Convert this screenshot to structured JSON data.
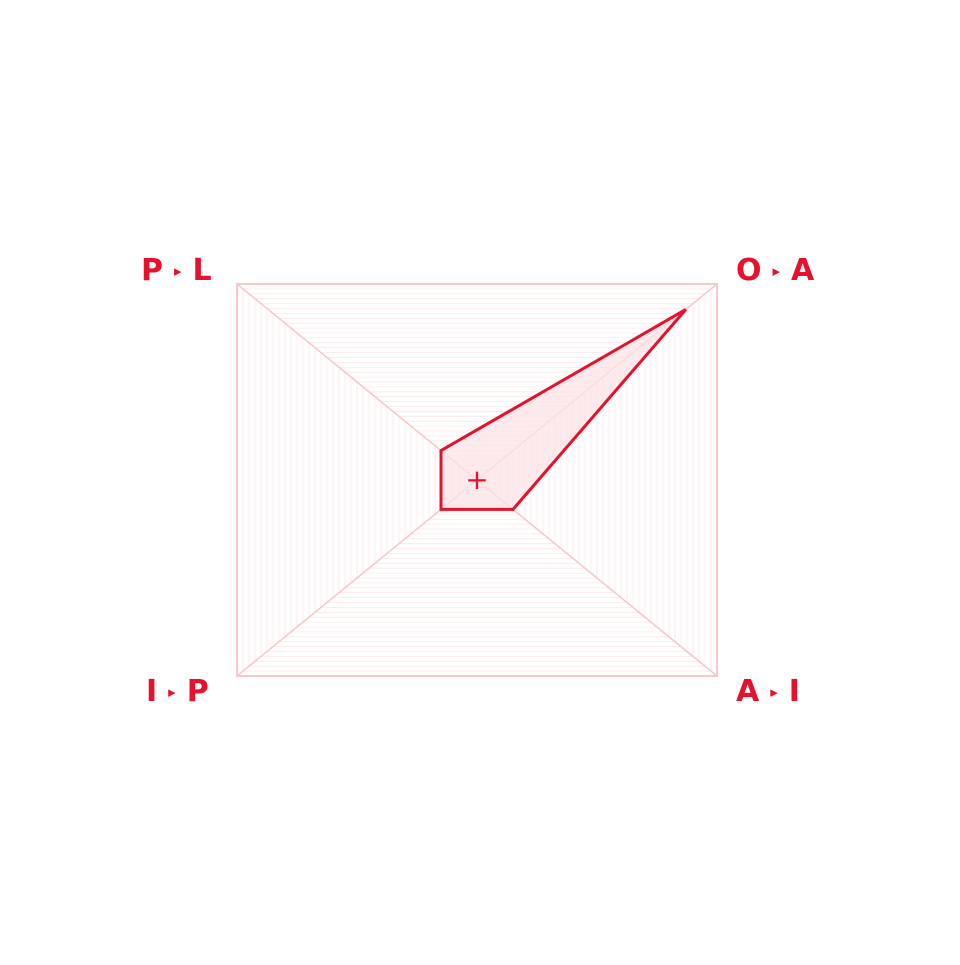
{
  "colors": {
    "accent": "#e8112d",
    "grid": "#f6c9cb",
    "grid_fine": "#fae1e2",
    "fill": "#fbe3e5"
  },
  "chart_data": {
    "type": "radar",
    "title": "",
    "axes": [
      {
        "id": "top-left",
        "from": "P",
        "to": "L"
      },
      {
        "id": "top-right",
        "from": "O",
        "to": "A"
      },
      {
        "id": "bottom-right",
        "from": "A",
        "to": "I"
      },
      {
        "id": "bottom-left",
        "from": "I",
        "to": "P"
      }
    ],
    "arrow_glyph": "▸",
    "range": [
      0,
      1
    ],
    "grid_levels": 40,
    "series": [
      {
        "values": [
          0.15,
          0.87,
          0.15,
          0.15
        ]
      }
    ],
    "center_marker": "+"
  }
}
